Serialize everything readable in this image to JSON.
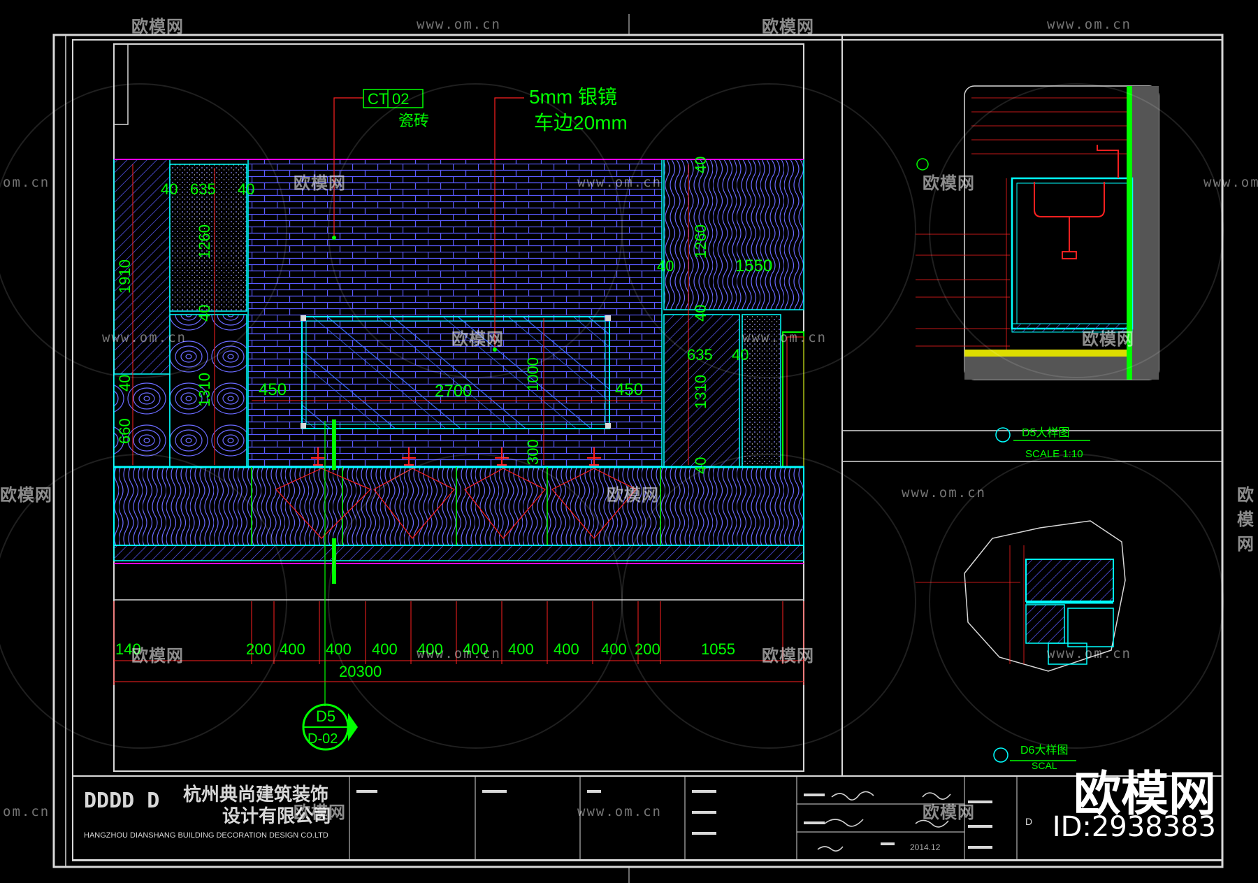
{
  "callouts": {
    "ct_code": "CT 02",
    "ct_material": "瓷砖",
    "mirror_spec": "5mm 银镜",
    "mirror_edge": "车边20mm"
  },
  "dimensions": {
    "left_top": [
      "40",
      "635",
      "40"
    ],
    "left_v_1260": "1260",
    "left_v_1910": "1910",
    "left_v_40": "40",
    "left_v_1310": "1310",
    "left_v_40b": "40",
    "left_v_660": "660",
    "mirror_left": "450",
    "mirror_width": "2700",
    "mirror_right": "450",
    "mirror_height": "1000",
    "mirror_below": "300",
    "right_top_40": "40",
    "right_1260": "1260",
    "right_40": "40",
    "right_1550": "1550",
    "right_40b": "40",
    "right_635": "635",
    "right_40c": "40",
    "right_1310": "1310",
    "right_40d": "40",
    "bottom_row": [
      "140",
      "200",
      "400",
      "400",
      "400",
      "400",
      "400",
      "400",
      "400",
      "400",
      "200",
      "1055"
    ],
    "total": "20300"
  },
  "section_marker": {
    "top": "D5",
    "bottom": "D-02"
  },
  "details": {
    "d5_title": "D5大样图",
    "d5_scale": "SCALE 1:10",
    "d6_title": "D6大样图",
    "d6_scale": "SCAL"
  },
  "title_block": {
    "logo_letters": "DDDD D",
    "company_cn_1": "杭州典尚建筑装饰",
    "company_cn_2": "设计有限公司",
    "company_en": "HANGZHOU DIANSHANG   BUILDING DECORATION DESIGN CO.LTD",
    "date": "2014.12",
    "drawing_no": "D"
  },
  "watermark": {
    "logo_text": "欧模网",
    "url_text": "www.om.cn",
    "url_short": "om.cn",
    "brand": "欧模网",
    "id": "ID:2938383"
  },
  "colors": {
    "cad_green": "#00ff00",
    "cad_cyan": "#00ffff",
    "cad_blue": "#5a5aff",
    "cad_magenta": "#ff00ff",
    "cad_red": "#ff2020",
    "frame_white": "#d8d8d8"
  }
}
